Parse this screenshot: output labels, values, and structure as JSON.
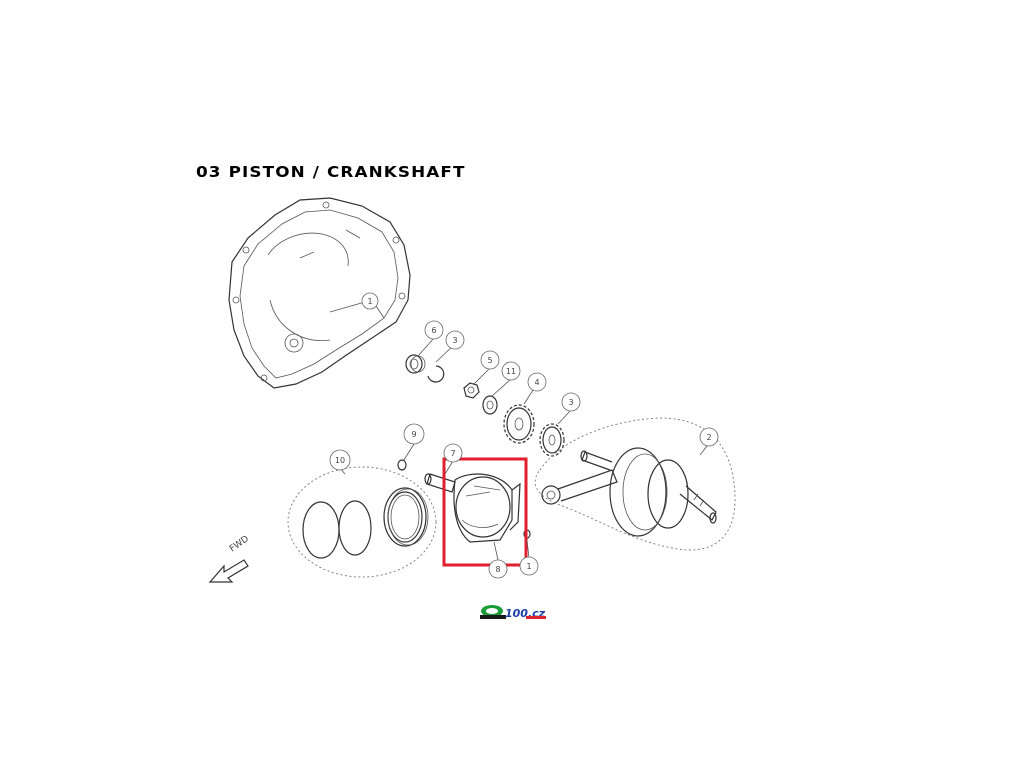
{
  "title": "03 PISTON / CRANKSHAFT",
  "direction_label": "FWD",
  "logo_text": "100.cz",
  "highlight_color": "#e0202e",
  "callouts": [
    "1",
    "2",
    "3",
    "4",
    "5",
    "6",
    "7",
    "8",
    "9",
    "10",
    "11"
  ]
}
